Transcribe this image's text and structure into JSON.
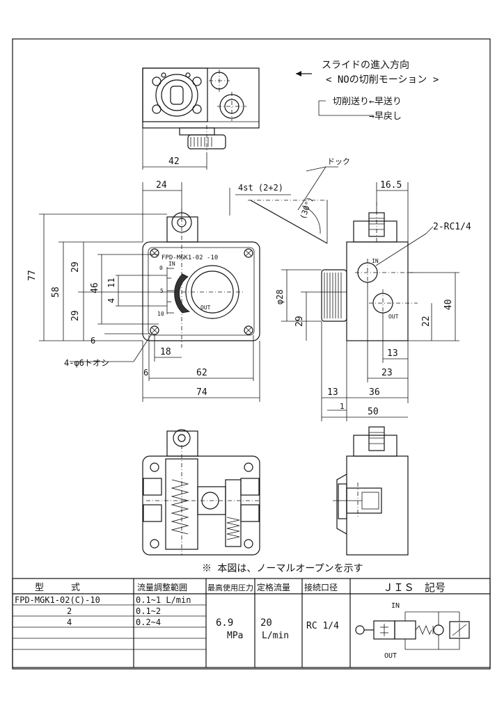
{
  "notes": {
    "slide_direction": "スライドの進入方向",
    "no_motion": "< NOの切削モーション >",
    "cut_feed": "切削送り←早送り",
    "rapid_return": "→早戻し",
    "dog": "ドック",
    "stroke": "4st (2+2)",
    "angle": "(30°)",
    "port_callout": "2-RC1/4",
    "hole_callout": "4-φ6トオシ",
    "nameplate": "FPD-MGK1-02 -10",
    "caption": "※ 本図は、ノーマルオープンを示す"
  },
  "dims": {
    "d42": "42",
    "d24": "24",
    "d77": "77",
    "d58": "58",
    "d29a": "29",
    "d46": "46",
    "d11": "11",
    "d4": "4",
    "d29b": "29",
    "d6": "6",
    "d18": "18",
    "d6b": "6",
    "d62": "62",
    "d74": "74",
    "d16_5": "16.5",
    "d40": "40",
    "d22": "22",
    "d28": "φ28",
    "d29c": "29",
    "d13a": "13",
    "d23": "23",
    "d13b": "13",
    "d36": "36",
    "d1": "1",
    "d50": "50"
  },
  "scale": {
    "s0": "0",
    "s5": "5",
    "s10": "10"
  },
  "ports": {
    "in": "IN",
    "out": "OUT"
  },
  "table": {
    "headers": [
      "型　　　式",
      "流量調整範囲",
      "最高使用圧力",
      "定格流量",
      "接続口径",
      "ＪＩＳ　記号"
    ],
    "rows": [
      {
        "model": "FPD-MGK1-02(C)-10",
        "range": "0.1~1 L/min"
      },
      {
        "model": "2",
        "range": "0.1~2"
      },
      {
        "model": "4",
        "range": "0.2~4"
      }
    ],
    "pressure_value": "6.9",
    "pressure_unit": "MPa",
    "flow_value": "20",
    "flow_unit": "L/min",
    "port_size": "RC 1/4",
    "jis_in": "IN",
    "jis_out": "OUT"
  }
}
